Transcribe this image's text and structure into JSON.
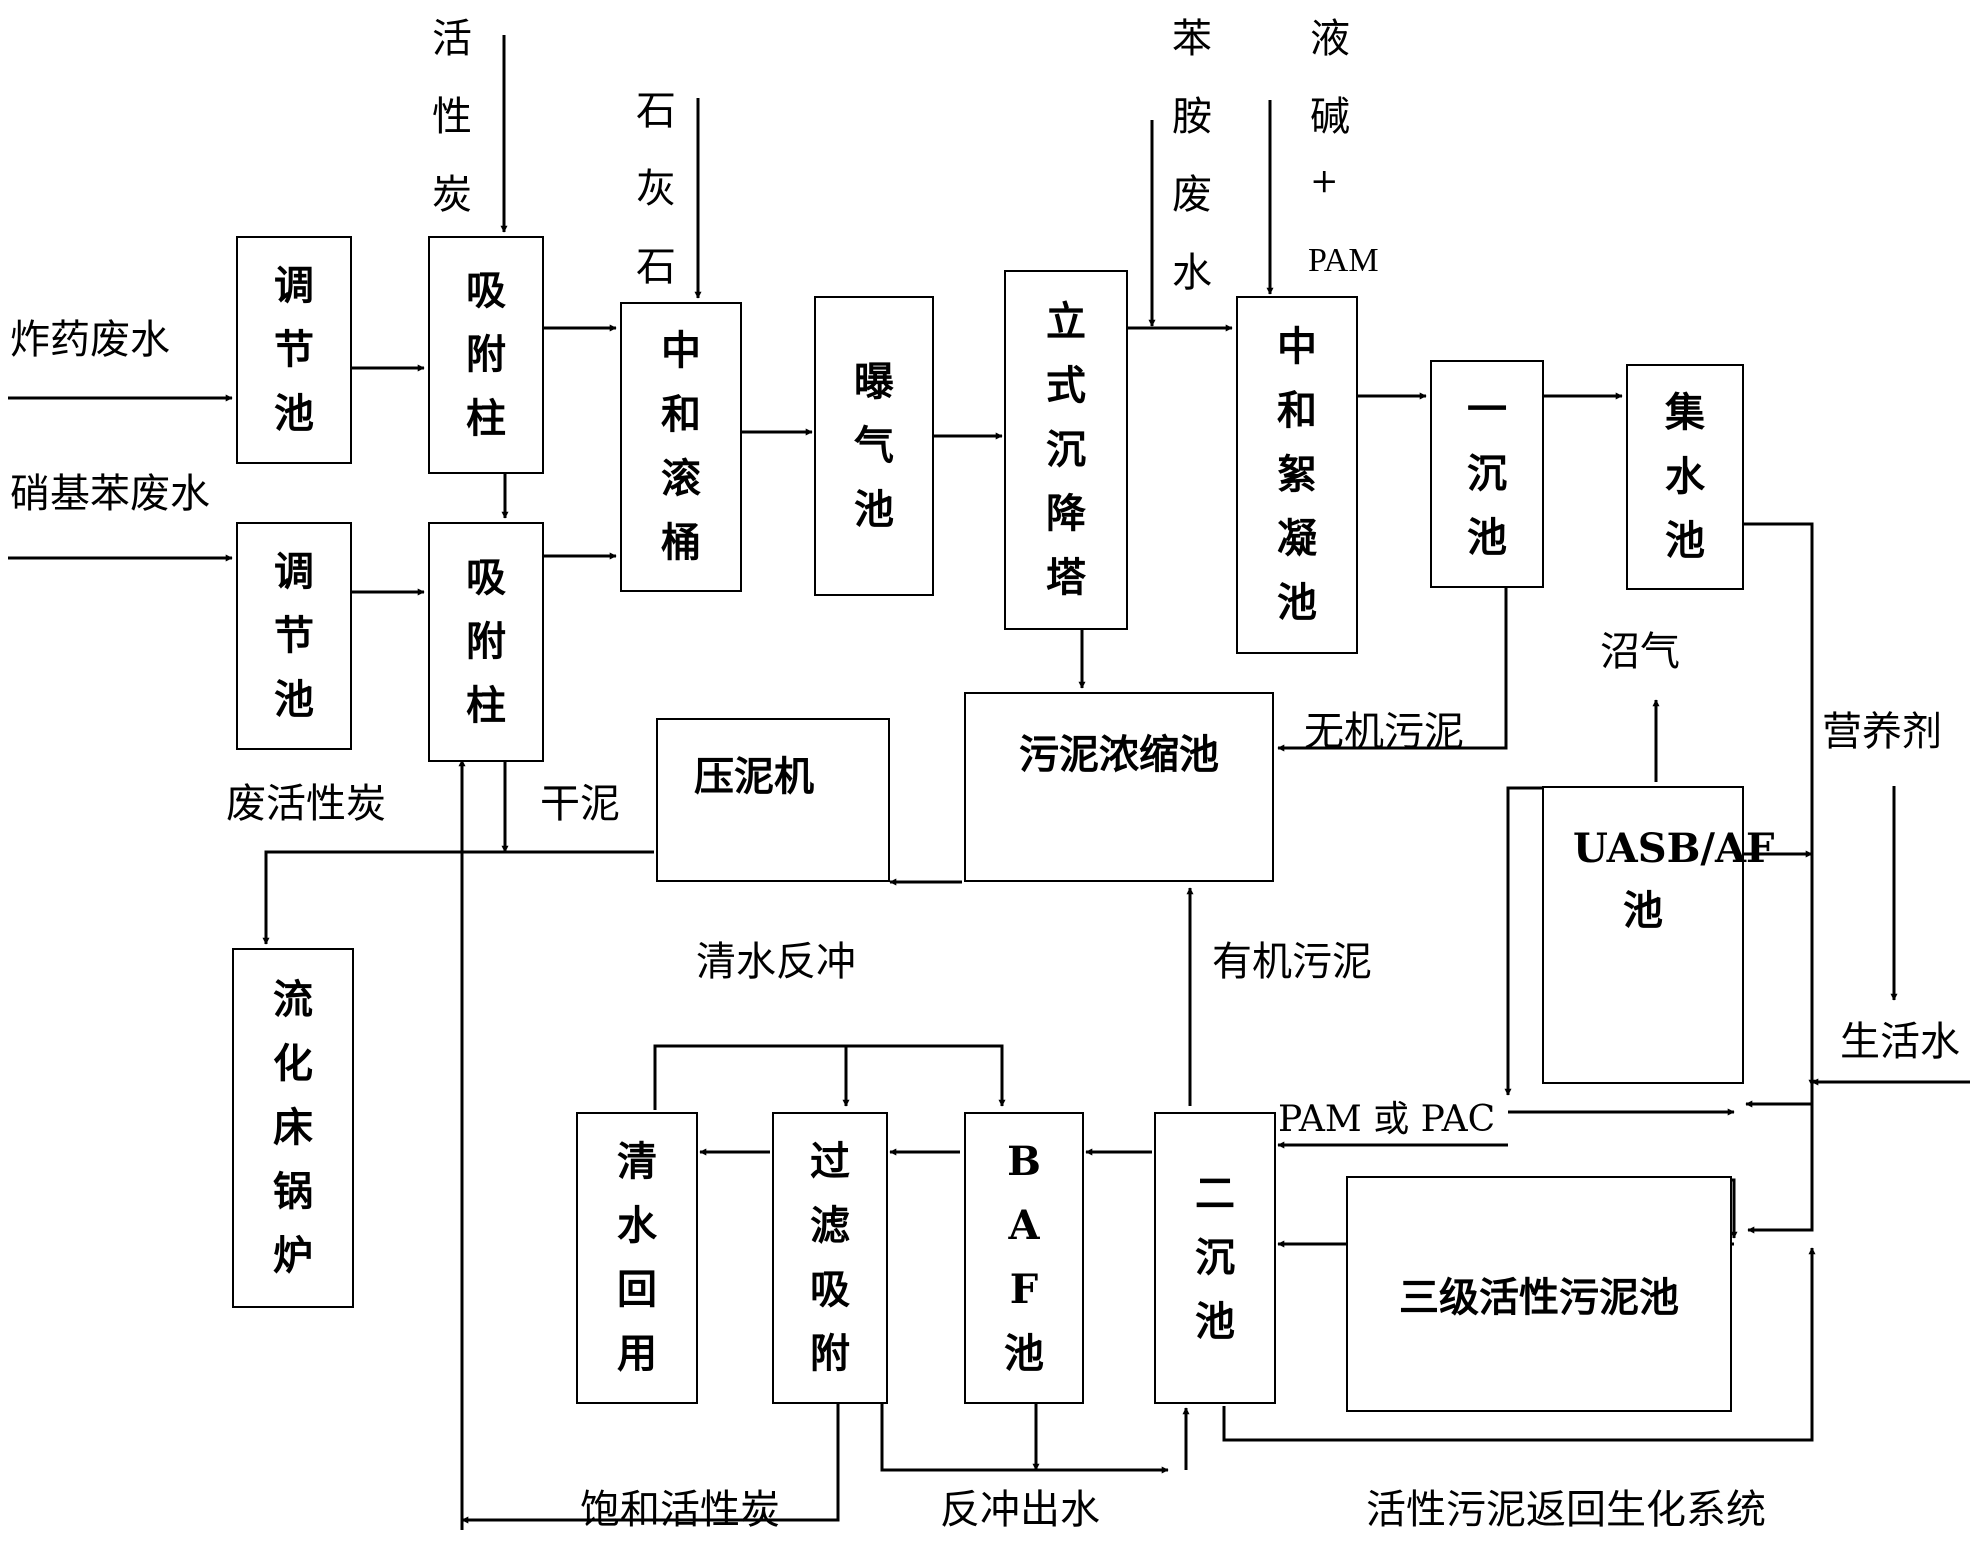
{
  "boxes": {
    "tiaojie1": "调节池",
    "tiaojie2": "调节池",
    "xifu1": "吸附柱",
    "xifu2": "吸附柱",
    "zhonghe_guntong": "中和滚桶",
    "baoqi": "曝气池",
    "lishi_chenjiang": "立式沉降塔",
    "zhonghe_xuning": "中和絮凝池",
    "yichen": "一沉池",
    "jishui": "集水池",
    "wuni_nongsuo": "污泥浓缩池",
    "yanniji": "压泥机",
    "uasb": "UASB/AF池",
    "liuhuachuang": "流化床锅炉",
    "qingshui_huiyong": "清水回用",
    "guolv_xifu": "过滤吸附",
    "baf": "BAF池",
    "erchen": "二沉池",
    "sanji": "三级活性污泥池"
  },
  "labels": {
    "zhayao": "炸药废水",
    "xiaojiben": "硝基苯废水",
    "huoxingtan_in": "活性炭",
    "shihuishi": "石灰石",
    "benan": "苯胺废水",
    "yejian": "液碱",
    "plus": "+",
    "pam": "PAM",
    "feihuoxingtan": "废活性炭",
    "ganni": "干泥",
    "wujiwuni": "无机污泥",
    "zhaoqi": "沼气",
    "yingyangji": "营养剂",
    "qingshui_fanchong": "清水反冲",
    "youjiwuni": "有机污泥",
    "shenghuoshui": "生活水",
    "pam_pac": "PAM 或 PAC",
    "baohe_huoxingtan": "饱和活性炭",
    "fanchong_chushui": "反冲出水",
    "huiliu": "活性污泥返回生化系统"
  },
  "colors": {
    "line": "#000000",
    "background": "#ffffff"
  }
}
